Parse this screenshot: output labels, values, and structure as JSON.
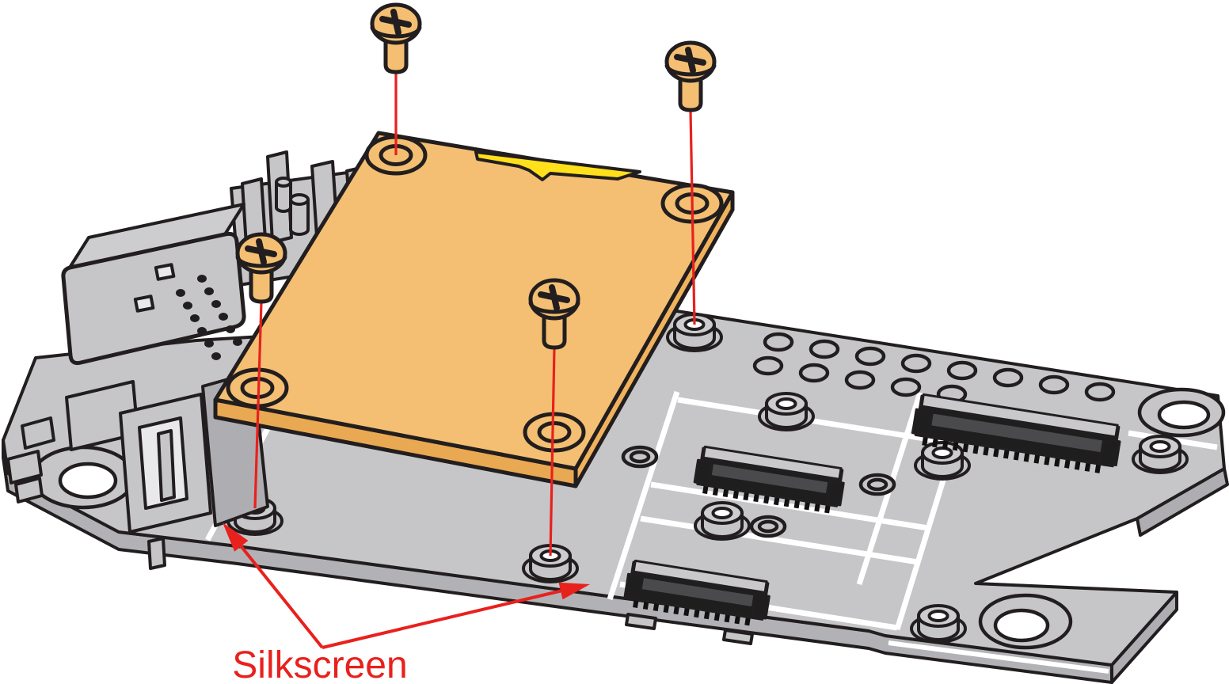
{
  "annotation": {
    "label": "Silkscreen",
    "color": "#e8211d",
    "arrows": 2
  },
  "colors": {
    "background": "#ffffff",
    "outline": "#221e1f",
    "board": "#c6c6c8",
    "board_side": "#b2b2b6",
    "board_side_dark": "#aeaeb2",
    "module": "#f4bf72",
    "module_side": "#e9a852",
    "module_side_dark": "#f0b25c",
    "screw": "#f4bf72",
    "polarity": "#ffe01a",
    "red": "#e8211d",
    "silk": "#ffffff",
    "connector_dark": "#1e1e1e",
    "connector_lid": "#c9c9cc",
    "bracket_light": "#cdcdd0",
    "slot_light": "#e9e9eb"
  },
  "components": {
    "module_board": {
      "name": "module-pcb",
      "corner_holes": 4,
      "polarity_mark": true
    },
    "screws": {
      "count": 4,
      "type": "phillips-pan-head"
    },
    "alignment_lines": {
      "count": 4
    },
    "baseboard": {
      "name": "carrier-board",
      "fpc_connectors": 3,
      "standoffs": 8,
      "large_mounting_holes": 3,
      "small_holes": 13,
      "ring_pads": 4,
      "usb_connector": true,
      "silkscreen_outlines": true
    }
  }
}
